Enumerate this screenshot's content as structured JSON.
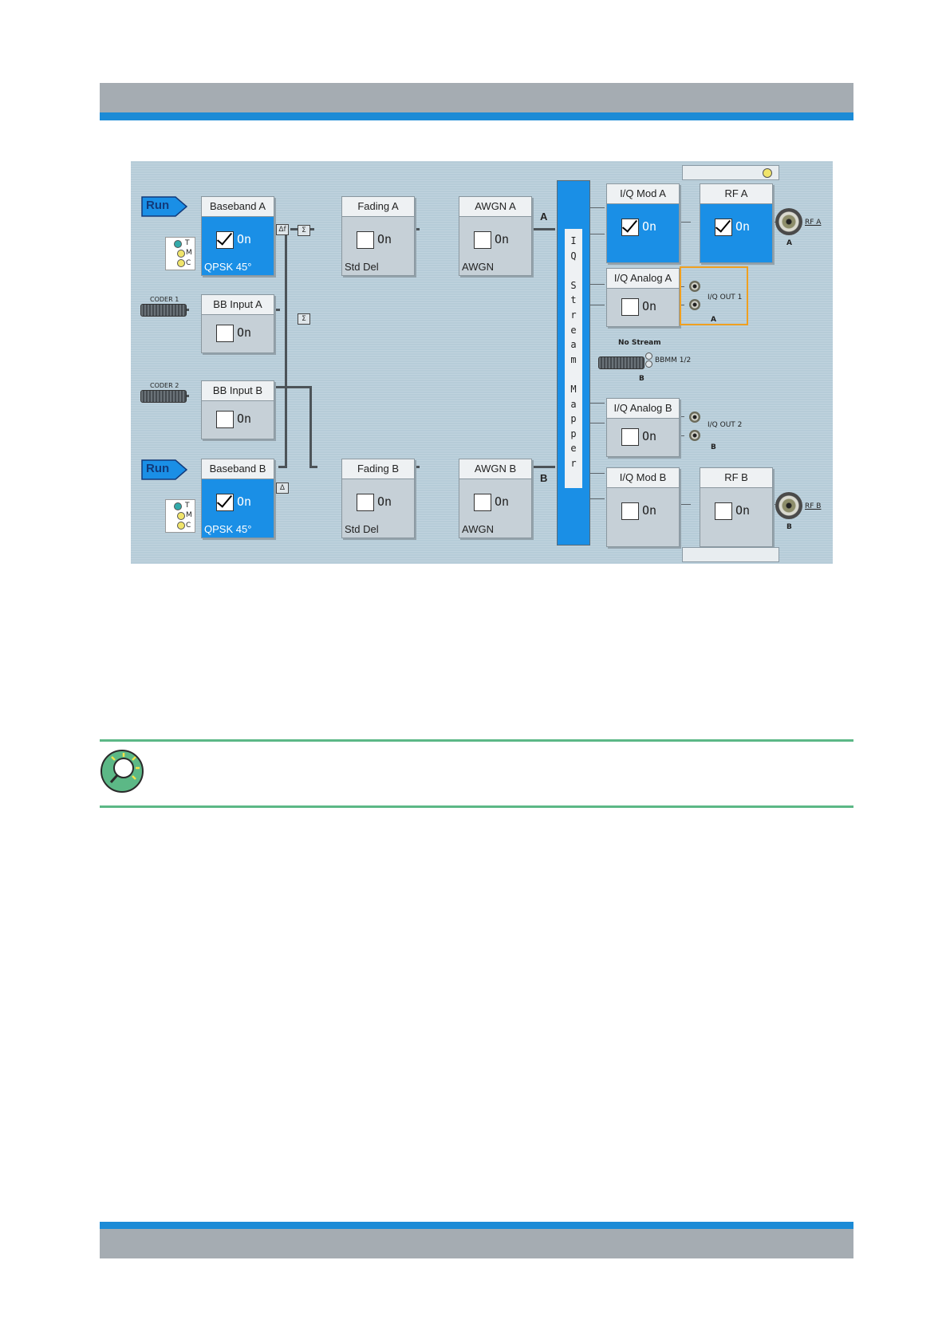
{
  "panel": {
    "run_label": "Run",
    "tmc": [
      "T",
      "M",
      "C"
    ],
    "baseband_a": {
      "title": "Baseband A",
      "on_label": "On",
      "checked": true,
      "sub": "QPSK 45°"
    },
    "baseband_b": {
      "title": "Baseband B",
      "on_label": "On",
      "checked": true,
      "sub": "QPSK 45°"
    },
    "bb_input_a": {
      "title": "BB Input A",
      "on_label": "On",
      "checked": false
    },
    "bb_input_b": {
      "title": "BB Input B",
      "on_label": "On",
      "checked": false
    },
    "fading_a": {
      "title": "Fading A",
      "on_label": "On",
      "checked": false,
      "sub": "Std Del"
    },
    "fading_b": {
      "title": "Fading B",
      "on_label": "On",
      "checked": false,
      "sub": "Std Del"
    },
    "awgn_a": {
      "title": "AWGN A",
      "on_label": "On",
      "checked": false,
      "sub": "AWGN"
    },
    "awgn_b": {
      "title": "AWGN B",
      "on_label": "On",
      "checked": false,
      "sub": "AWGN"
    },
    "iq_mod_a": {
      "title": "I/Q Mod A",
      "on_label": "On",
      "checked": true
    },
    "iq_mod_b": {
      "title": "I/Q Mod B",
      "on_label": "On",
      "checked": false
    },
    "rf_a": {
      "title": "RF A",
      "on_label": "On",
      "checked": true
    },
    "rf_b": {
      "title": "RF B",
      "on_label": "On",
      "checked": false
    },
    "iq_analog_a": {
      "title": "I/Q Analog A",
      "on_label": "On",
      "checked": false
    },
    "iq_analog_b": {
      "title": "I/Q Analog B",
      "on_label": "On",
      "checked": false
    },
    "mapper_text": "I\nQ\n\nS\nt\nr\ne\na\nm\n\nM\na\np\np\ne\nr",
    "channel_a": "A",
    "channel_b": "B",
    "coder1": "CODER 1",
    "coder2": "CODER 2",
    "rf_a_port": "RF A",
    "rf_b_port": "RF B",
    "port_a": "A",
    "port_b": "B",
    "iq_out1": "I/Q OUT 1",
    "iq_out2": "I/Q OUT 2",
    "iq_out1_ch": "A",
    "iq_out2_ch": "B",
    "no_stream": "No Stream",
    "bbmm": "BBMM 1/2",
    "bbmm_ch": "B",
    "sym_df": "Δf",
    "sym_sum": "Σ",
    "sym_delta": "Δ"
  },
  "colors": {
    "header_gray": "#a5acb2",
    "accent_blue": "#1c8bd6",
    "active_block": "#1a8fe6",
    "tip_green": "#5cb886",
    "highlight_orange": "#f0a020"
  }
}
